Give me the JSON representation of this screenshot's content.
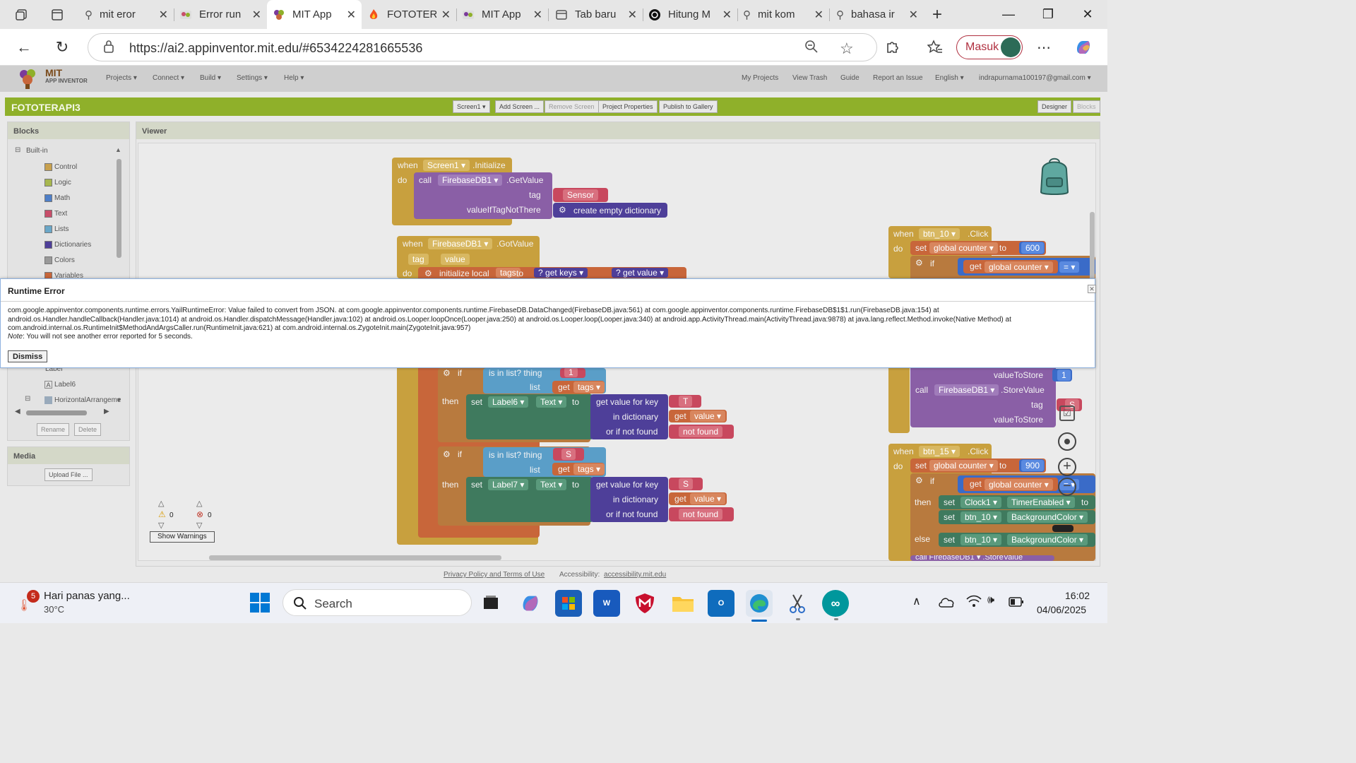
{
  "browser": {
    "tabs": [
      {
        "title": "mit eror",
        "icon": "search-icon"
      },
      {
        "title": "Error run",
        "icon": "app-inventor-icon"
      },
      {
        "title": "MIT App",
        "icon": "app-inventor-icon"
      },
      {
        "title": "FOTOTER",
        "icon": "firebase-icon"
      },
      {
        "title": "MIT App",
        "icon": "app-inventor-icon"
      },
      {
        "title": "Tab baru",
        "icon": "new-tab-icon"
      },
      {
        "title": "Hitung M",
        "icon": "chatgpt-icon"
      },
      {
        "title": "mit kom",
        "icon": "search-icon"
      },
      {
        "title": "bahasa ir",
        "icon": "search-icon"
      }
    ],
    "new_tab": "+",
    "url": "https://ai2.appinventor.mit.edu/#6534224281665536",
    "sign_in_label": "Masuk",
    "window": {
      "minimize": "—",
      "maximize": "❐",
      "close": "✕"
    }
  },
  "app": {
    "logo_title": "MIT",
    "logo_sub": "APP INVENTOR",
    "menus": [
      "Projects ▾",
      "Connect ▾",
      "Build ▾",
      "Settings ▾",
      "Help ▾"
    ],
    "right_links": [
      "My Projects",
      "View Trash",
      "Guide",
      "Report an Issue",
      "English ▾",
      "indrapurnama100197@gmail.com ▾"
    ],
    "project_name": "FOTOTERAPI3",
    "project_buttons": [
      "Screen1 ▾",
      "Add Screen ...",
      "Remove Screen",
      "Project Properties",
      "Publish to Gallery"
    ],
    "view_buttons": [
      "Designer",
      "Blocks"
    ]
  },
  "blocks_panel": {
    "title": "Blocks",
    "root": "Built-in",
    "categories": [
      {
        "label": "Control",
        "color": "#c8a14e"
      },
      {
        "label": "Logic",
        "color": "#a7b74e"
      },
      {
        "label": "Math",
        "color": "#4e7fc8"
      },
      {
        "label": "Text",
        "color": "#c84e6a"
      },
      {
        "label": "Lists",
        "color": "#6aa7c8"
      },
      {
        "label": "Dictionaries",
        "color": "#4e3f99"
      },
      {
        "label": "Colors",
        "color": "#999999"
      },
      {
        "label": "Variables",
        "color": "#c8663a"
      }
    ],
    "lower_items": [
      "Label6",
      "HorizontalArrangeme"
    ],
    "partial_item": "Label",
    "rename": "Rename",
    "delete": "Delete"
  },
  "media_panel": {
    "title": "Media",
    "upload": "Upload File ..."
  },
  "viewer": {
    "title": "Viewer",
    "warnings_count": "0",
    "errors_count": "0",
    "show_warnings": "Show Warnings"
  },
  "blocks": {
    "init": {
      "when": "when",
      "component": "Screen1 ▾",
      "event": ".Initialize",
      "do": "do",
      "call": "call",
      "db": "FirebaseDB1 ▾",
      "method": ".GetValue",
      "tag": "tag",
      "tag_value": "Sensor",
      "vitnt": "valueIfTagNotThere",
      "dict": "create empty dictionary"
    },
    "got": {
      "when": "when",
      "db": "FirebaseDB1 ▾",
      "event": ".GotValue",
      "p1": "tag",
      "p2": "value",
      "do": "do",
      "init": "initialize local",
      "local": "tags",
      "to": "to",
      "get1": "get",
      "keys": "keys ▾",
      "get2": "get",
      "value": "value ▾"
    },
    "if1": {
      "if": "if",
      "isin": "is in list? thing",
      "thing": "1",
      "list": "list",
      "get": "get",
      "tags": "tags ▾",
      "then": "then",
      "set": "set",
      "label": "Label6 ▾",
      "prop": "Text ▾",
      "to": "to",
      "gv": "get value for key",
      "key": "T",
      "indict": "in dictionary",
      "getv": "get",
      "val": "value ▾",
      "ornf": "or if not found",
      "nf": "not found"
    },
    "if2": {
      "if": "if",
      "isin": "is in list? thing",
      "thing": "S",
      "list": "list",
      "get": "get",
      "tags": "tags ▾",
      "then": "then",
      "set": "set",
      "label": "Label7 ▾",
      "prop": "Text ▾",
      "to": "to",
      "gv": "get value for key",
      "key": "S",
      "indict": "in dictionary",
      "getv": "get",
      "val": "value ▾",
      "ornf": "or if not found",
      "nf": "not found"
    },
    "btn10": {
      "when": "when",
      "btn": "btn_10 ▾",
      "event": ".Click",
      "do": "do",
      "set": "set",
      "var": "global counter ▾",
      "to": "to",
      "num": "600",
      "if": "if",
      "get": "get",
      "var2": "global counter ▾",
      "eq": "= ▾"
    },
    "store": {
      "vts1": "valueToStore",
      "vts1_val": "1",
      "call": "call",
      "db": "FirebaseDB1 ▾",
      "method": ".StoreValue",
      "tag": "tag",
      "tagv": "S",
      "vts2": "valueToStore"
    },
    "btn15": {
      "when": "when",
      "btn": "btn_15 ▾",
      "event": ".Click",
      "do": "do",
      "set": "set",
      "var": "global counter ▾",
      "to": "to",
      "num": "900",
      "if": "if",
      "get": "get",
      "var2": "global counter ▾",
      "eq": "= ▾",
      "then": "then",
      "set2": "set",
      "clock": "Clock1 ▾",
      "te": "TimerEnabled ▾",
      "to2": "to",
      "set3": "set",
      "btnb": "btn_10 ▾",
      "bg": "BackgroundColor ▾",
      "else": "else",
      "set4": "set",
      "btnc": "btn_10 ▾",
      "bg2": "BackgroundColor ▾",
      "last": "call  FirebaseDB1 ▾  .StoreValue"
    }
  },
  "dialog": {
    "title": "Runtime Error",
    "message": "com.google.appinventor.components.runtime.errors.YailRuntimeError: Value failed to convert from JSON. at com.google.appinventor.components.runtime.FirebaseDB.DataChanged(FirebaseDB.java:561) at com.google.appinventor.components.runtime.FirebaseDB$1$1.run(FirebaseDB.java:154) at android.os.Handler.handleCallback(Handler.java:1014) at android.os.Handler.dispatchMessage(Handler.java:102) at android.os.Looper.loopOnce(Looper.java:250) at android.os.Looper.loop(Looper.java:340) at android.app.ActivityThread.main(ActivityThread.java:9878) at java.lang.reflect.Method.invoke(Native Method) at com.android.internal.os.RuntimeInit$MethodAndArgsCaller.run(RuntimeInit.java:621) at com.android.internal.os.ZygoteInit.main(ZygoteInit.java:957)",
    "note_label": "Note",
    "note_text": ": You will not see another error reported for 5 seconds.",
    "dismiss": "Dismiss"
  },
  "footer": {
    "privacy": "Privacy Policy and Terms of Use",
    "access_label": "Accessibility:",
    "access_link": "accessibility.mit.edu"
  },
  "taskbar": {
    "weather_badge": "5",
    "weather_text": "Hari panas yang...",
    "temp": "30°C",
    "search": "Search",
    "time": "16:02",
    "date": "04/06/2025",
    "colors": {
      "accent": "#0067c0",
      "mit_green": "#8fb02a"
    }
  }
}
